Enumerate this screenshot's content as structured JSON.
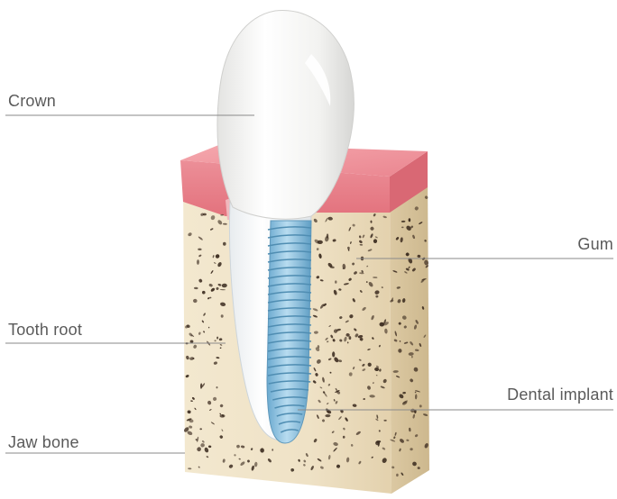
{
  "diagram": {
    "labels": {
      "crown": "Crown",
      "gum": "Gum",
      "tooth_root": "Tooth root",
      "dental_implant": "Dental implant",
      "jaw_bone": "Jaw bone"
    },
    "colors": {
      "gum": "#e8808a",
      "gum_top": "#f19aa2",
      "bone": "#efe2c6",
      "bone_shadow": "#d9c7a0",
      "bone_pore": "#3a2a1e",
      "crown": "#f4f4f2",
      "implant": "#8fc3e0",
      "leader_line": "#8a8a8a",
      "label_text": "#5a5a5a"
    }
  }
}
